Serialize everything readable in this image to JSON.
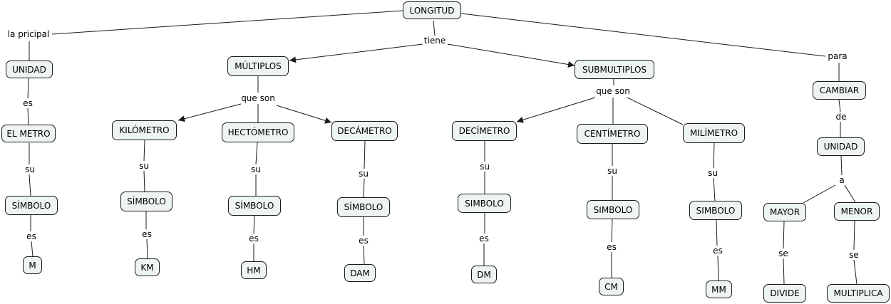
{
  "concepts": {
    "longitud": "LONGITUD",
    "unidad": "UNIDAD",
    "el_metro": "EL METRO",
    "simbolo_metro": "SÍMBOLO",
    "m": "M",
    "multiplos": "MÚLTIPLOS",
    "kilometro": "KILÓMETRO",
    "simbolo_km": "SÍMBOLO",
    "km": "KM",
    "hectometro": "HECTÓMETRO",
    "simbolo_hm": "SÍMBOLO",
    "hm": "HM",
    "decametro": "DECÁMETRO",
    "simbolo_dam": "SÍMBOLO",
    "dam": "DAM",
    "submultiplos": "SUBMULTIPLOS",
    "decimetro": "DECÍMETRO",
    "simbolo_dm": "SIMBOLO",
    "dm": "DM",
    "centimetro": "CENTÍMETRO",
    "simbolo_cm": "SIMBOLO",
    "cm": "CM",
    "milimetro": "MILÍMETRO",
    "simbolo_mm": "SIMBOLO",
    "mm": "MM",
    "cambiar": "CAMBIAR",
    "unidad2": "UNIDAD",
    "mayor": "MAYOR",
    "menor": "MENOR",
    "divide": "DIVIDE",
    "multiplica": "MULTIPLICA"
  },
  "links": {
    "la_pricipal": "la pricipal",
    "tiene": "tiene",
    "para": "para",
    "es_unidad": "es",
    "su_metro": "su",
    "es_metro": "es",
    "que_son_mult": "que son",
    "su_km": "su",
    "es_km": "es",
    "su_hm": "su",
    "es_hm": "es",
    "su_dam": "su",
    "es_dam": "es",
    "que_son_sub": "que son",
    "su_dm": "su",
    "es_dm": "es",
    "su_cm": "su",
    "es_cm": "es",
    "su_mm": "su",
    "es_mm": "es",
    "de": "de",
    "a": "a",
    "se_mayor": "se",
    "se_menor": "se"
  },
  "colors": {
    "node_fill": "#eef3f4",
    "stroke": "#1a1a1a"
  }
}
